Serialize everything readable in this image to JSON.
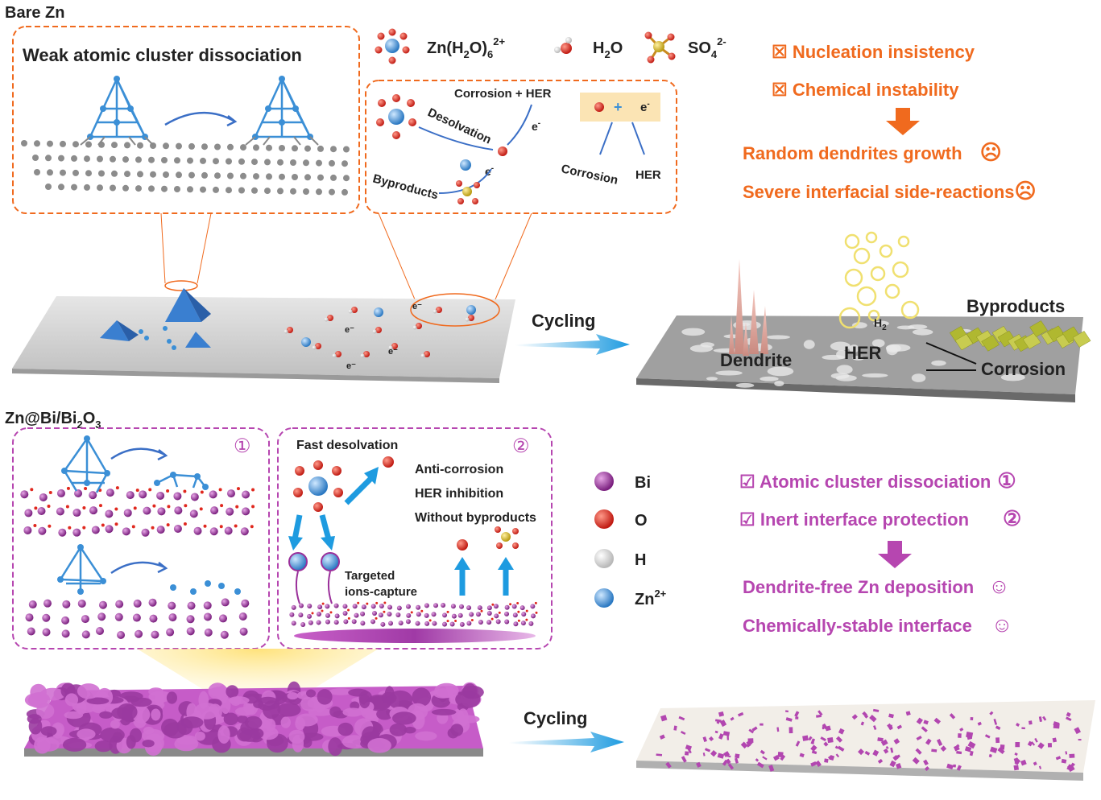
{
  "top": {
    "title": "Bare Zn",
    "cluster_box_title": "Weak atomic cluster dissociation",
    "legend": [
      {
        "label": "Zn(H",
        "sub": "2",
        "mid": "O)",
        "sub2": "6",
        "sup": "2+",
        "icon": "hydrated-zinc-icon"
      },
      {
        "label": "H",
        "sub": "2",
        "mid": "O",
        "icon": "water-molecule-icon"
      },
      {
        "label": "SO",
        "sub": "4",
        "sup": "2-",
        "icon": "sulfate-icon"
      }
    ],
    "reaction_box": {
      "corrosion_her": "Corrosion + HER",
      "desolvation": "Desolvation",
      "byproducts": "Byproducts",
      "electron": "e",
      "corrosion": "Corrosion",
      "her": "HER"
    },
    "issues": [
      {
        "mark": "☒",
        "text": "Nucleation insistency"
      },
      {
        "mark": "☒",
        "text": "Chemical instability"
      }
    ],
    "results": [
      {
        "text": "Random dendrites growth",
        "face": "☹"
      },
      {
        "text": "Severe interfacial side-reactions",
        "face": "☹"
      }
    ],
    "cycling": "Cycling",
    "after": {
      "dendrite": "Dendrite",
      "her": "HER",
      "h2": "H",
      "h2_sub": "2",
      "byproducts": "Byproducts",
      "corrosion": "Corrosion"
    },
    "colors": {
      "accent": "#f06a1e",
      "zn": "#3b8fd6",
      "o": "#e0281e",
      "s": "#d8b820"
    }
  },
  "bottom": {
    "title": "Zn@Bi/Bi",
    "title_sub1": "2",
    "title_mid": "O",
    "title_sub2": "3",
    "box1_num": "①",
    "box2_num": "②",
    "box2": {
      "fast_desolvation": "Fast desolvation",
      "anti_corrosion": "Anti-corrosion",
      "her_inhibition": "HER inhibition",
      "without_byproducts": "Without byproducts",
      "targeted": "Targeted",
      "ions_capture": "ions-capture"
    },
    "legend": [
      {
        "label": "Bi",
        "color": "#9a2f9a",
        "icon": "bismuth-atom-icon"
      },
      {
        "label": "O",
        "color": "#e0281e",
        "icon": "oxygen-atom-icon"
      },
      {
        "label": "H",
        "color": "#e8e8e8",
        "icon": "hydrogen-atom-icon"
      },
      {
        "label": "Zn",
        "sup": "2+",
        "color": "#2f86d0",
        "icon": "zinc-ion-icon"
      }
    ],
    "benefits": [
      {
        "mark": "☑",
        "text": "Atomic cluster dissociation",
        "num": "①"
      },
      {
        "mark": "☑",
        "text": "Inert interface protection",
        "num": "②"
      }
    ],
    "results": [
      {
        "text": "Dendrite-free Zn deposition",
        "face": "☺"
      },
      {
        "text": "Chemically-stable interface",
        "face": "☺"
      }
    ],
    "cycling": "Cycling",
    "colors": {
      "accent": "#b646b0",
      "bi": "#a23fa6"
    }
  }
}
